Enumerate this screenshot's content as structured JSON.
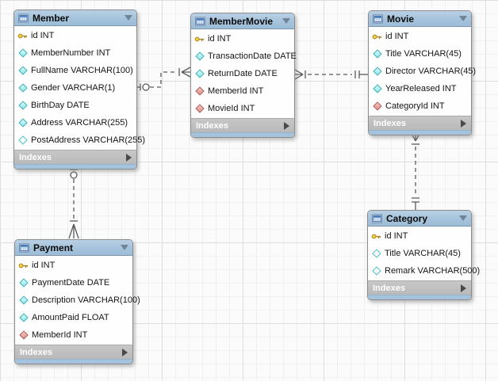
{
  "colors": {
    "table_header_blue": "#A5C3DC",
    "indexes_footer_gray": "#BEBEBE",
    "grid_line_minor": "#F0F0F0",
    "grid_line_major": "#DEDEDE",
    "connector_gray": "#5A5A5A",
    "primary_key_yellow": "#F7D13E",
    "attribute_cyan": "#8FE5E8",
    "foreign_key_red": "#E08E88"
  },
  "tables": [
    {
      "name": "Member",
      "footer_label": "Indexes",
      "columns": [
        {
          "label": "id INT",
          "icon": "primary-key-icon"
        },
        {
          "label": "MemberNumber INT",
          "icon": "attribute-diamond-icon"
        },
        {
          "label": "FullName VARCHAR(100)",
          "icon": "attribute-diamond-icon"
        },
        {
          "label": "Gender VARCHAR(1)",
          "icon": "attribute-diamond-icon"
        },
        {
          "label": "BirthDay DATE",
          "icon": "attribute-diamond-icon"
        },
        {
          "label": "Address VARCHAR(255)",
          "icon": "attribute-diamond-icon"
        },
        {
          "label": "PostAddress VARCHAR(255)",
          "icon": "attribute-diamond-hollow-icon"
        }
      ]
    },
    {
      "name": "MemberMovie",
      "footer_label": "Indexes",
      "columns": [
        {
          "label": "id INT",
          "icon": "primary-key-icon"
        },
        {
          "label": "TransactionDate DATE",
          "icon": "attribute-diamond-icon"
        },
        {
          "label": "ReturnDate DATE",
          "icon": "attribute-diamond-icon"
        },
        {
          "label": "MemberId INT",
          "icon": "foreign-key-diamond-icon"
        },
        {
          "label": "MovieId INT",
          "icon": "foreign-key-diamond-icon"
        }
      ]
    },
    {
      "name": "Movie",
      "footer_label": "Indexes",
      "columns": [
        {
          "label": "id INT",
          "icon": "primary-key-icon"
        },
        {
          "label": "Title VARCHAR(45)",
          "icon": "attribute-diamond-icon"
        },
        {
          "label": "Director VARCHAR(45)",
          "icon": "attribute-diamond-icon"
        },
        {
          "label": "YearReleased INT",
          "icon": "attribute-diamond-icon"
        },
        {
          "label": "CategoryId INT",
          "icon": "foreign-key-diamond-icon"
        }
      ]
    },
    {
      "name": "Category",
      "footer_label": "Indexes",
      "columns": [
        {
          "label": "id INT",
          "icon": "primary-key-icon"
        },
        {
          "label": "Title VARCHAR(45)",
          "icon": "attribute-diamond-hollow-icon"
        },
        {
          "label": "Remark VARCHAR(500)",
          "icon": "attribute-diamond-hollow-icon"
        }
      ]
    },
    {
      "name": "Payment",
      "footer_label": "Indexes",
      "columns": [
        {
          "label": "id INT",
          "icon": "primary-key-icon"
        },
        {
          "label": "PaymentDate DATE",
          "icon": "attribute-diamond-icon"
        },
        {
          "label": "Description VARCHAR(100)",
          "icon": "attribute-diamond-icon"
        },
        {
          "label": "AmountPaid FLOAT",
          "icon": "attribute-diamond-icon"
        },
        {
          "label": "MemberId INT",
          "icon": "foreign-key-diamond-icon"
        }
      ]
    }
  ],
  "connections": [
    {
      "from_table": "Member",
      "to_table": "MemberMovie",
      "from_cardinality": "zero-or-one",
      "to_cardinality": "one-or-many",
      "line_style": "dashed"
    },
    {
      "from_table": "MemberMovie",
      "to_table": "Movie",
      "from_cardinality": "one-or-many",
      "to_cardinality": "exactly-one",
      "line_style": "dashed"
    },
    {
      "from_table": "Movie",
      "to_table": "Category",
      "from_cardinality": "one-or-many",
      "to_cardinality": "exactly-one",
      "line_style": "dashed"
    },
    {
      "from_table": "Member",
      "to_table": "Payment",
      "from_cardinality": "zero-or-one",
      "to_cardinality": "one-or-many",
      "line_style": "dashed"
    }
  ]
}
